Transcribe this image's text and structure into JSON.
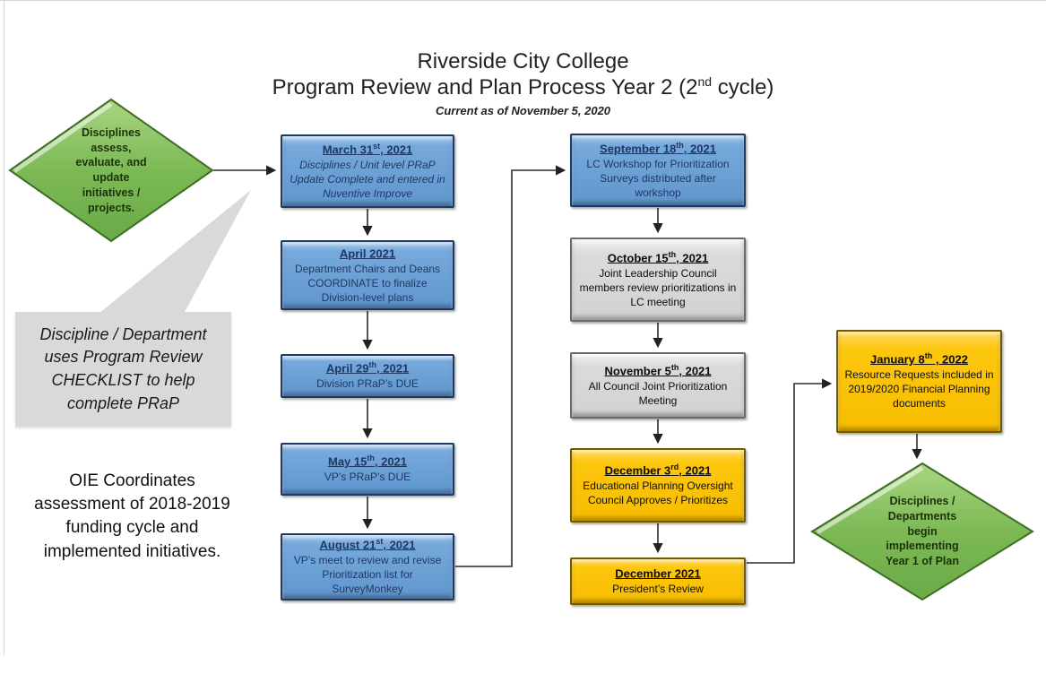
{
  "colors": {
    "box_blue": "#6FA4D8",
    "box_gray": "#D9D9D9",
    "box_yellow": "#FFC000",
    "diamond_green": "#7CBA58",
    "arrow": "#2B2B2B"
  },
  "title": {
    "line1": "Riverside City College",
    "line2_pre": "Program Review and Plan Process Year 2 (2",
    "line2_sup": "nd",
    "line2_post": " cycle)",
    "subtitle": "Current as of November 5, 2020"
  },
  "left_diamond": {
    "text": "Disciplines\nassess,\nevaluate, and\nupdate\ninitiatives /\nprojects."
  },
  "right_diamond": {
    "text": "Disciplines /\nDepartments\nbegin\nimplementing\nYear 1 of Plan"
  },
  "callout": {
    "text": "Discipline / Department\nuses Program Review\nCHECKLIST to help\ncomplete PRaP"
  },
  "note": {
    "text": "OIE Coordinates\nassessment of 2018-2019\nfunding cycle and\nimplemented initiatives."
  },
  "col1": [
    {
      "date_pre": "March 31",
      "date_sup": "st",
      "date_post": ", 2021",
      "body": "Disciplines / Unit level PRaP Update Complete and entered in Nuventive Improve",
      "color": "blue"
    },
    {
      "date_pre": "April 2021",
      "date_sup": "",
      "date_post": "",
      "body": "Department Chairs and Deans COORDINATE to finalize Division-level plans",
      "color": "blue"
    },
    {
      "date_pre": "April 29",
      "date_sup": "th",
      "date_post": ", 2021",
      "body": "Division PRaP’s DUE",
      "color": "blue"
    },
    {
      "date_pre": "May 15",
      "date_sup": "th",
      "date_post": ", 2021",
      "body": "VP’s PRaP’s DUE",
      "color": "blue"
    },
    {
      "date_pre": "August 21",
      "date_sup": "st",
      "date_post": ", 2021",
      "body": "VP’s meet to review and revise Prioritization list for SurveyMonkey",
      "color": "blue"
    }
  ],
  "col2": [
    {
      "date_pre": "September 18",
      "date_sup": "th",
      "date_post": ", 2021",
      "body": "LC Workshop for Prioritization Surveys distributed after workshop",
      "color": "blue"
    },
    {
      "date_pre": "October 15",
      "date_sup": "th",
      "date_post": ", 2021",
      "body": "Joint Leadership Council members review prioritizations in LC meeting",
      "color": "gray"
    },
    {
      "date_pre": "November 5",
      "date_sup": "th",
      "date_post": ", 2021",
      "body": "All Council Joint Prioritization Meeting",
      "color": "gray"
    },
    {
      "date_pre": "December 3",
      "date_sup": "rd",
      "date_post": ", 2021",
      "body": "Educational Planning Oversight Council Approves / Prioritizes",
      "color": "yellow"
    },
    {
      "date_pre": "December 2021",
      "date_sup": "",
      "date_post": "",
      "body": "President’s Review",
      "color": "yellow"
    }
  ],
  "col3": [
    {
      "date_pre": "January 8",
      "date_sup": "th",
      "date_post": " , 2022",
      "body": "Resource Requests included in 2019/2020 Financial Planning documents",
      "color": "yellow"
    }
  ]
}
